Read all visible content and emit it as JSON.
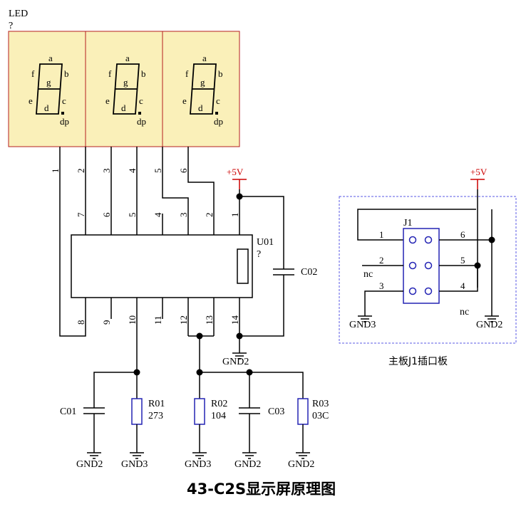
{
  "led": {
    "designator": "LED",
    "value": "?",
    "segments": [
      "a",
      "b",
      "c",
      "d",
      "e",
      "f",
      "g",
      "dp"
    ],
    "top_pins": [
      "1",
      "2",
      "3",
      "4",
      "5",
      "6"
    ]
  },
  "ic": {
    "designator": "U01",
    "value": "?",
    "top_pins": [
      "7",
      "6",
      "5",
      "4",
      "3",
      "2",
      "1"
    ],
    "bottom_pins": [
      "8",
      "9",
      "10",
      "11",
      "12",
      "13",
      "14"
    ]
  },
  "power": {
    "vcc": "+5V"
  },
  "caps": {
    "c01": "C01",
    "c02": "C02",
    "c03": "C03"
  },
  "resistors": {
    "r01": {
      "name": "R01",
      "value": "273"
    },
    "r02": {
      "name": "R02",
      "value": "104"
    },
    "r03": {
      "name": "R03",
      "value": "03C"
    }
  },
  "grounds": {
    "gnd2": "GND2",
    "gnd3": "GND3"
  },
  "connector": {
    "designator": "J1",
    "pins": [
      "1",
      "2",
      "3",
      "4",
      "5",
      "6"
    ],
    "nc": "nc",
    "caption": "主板J1插口板"
  },
  "title": "43-C2S显示屏原理图",
  "colors": {
    "led_fill": "#faf0b9",
    "led_border": "#b41e1e",
    "power": "#cc0000",
    "connector": "#2323b4"
  }
}
